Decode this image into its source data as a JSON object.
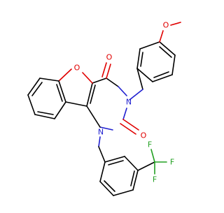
{
  "molecule": {
    "atom_labels": {
      "o_methoxy": "O",
      "o_furan": "O",
      "o_carbonyl_top": "O",
      "o_carbonyl_bottom": "O",
      "n3": "N",
      "n1": "N",
      "f_top": "F",
      "f_right": "F",
      "f_bottom": "F"
    },
    "colors": {
      "carbon_bond": "#000000",
      "oxygen": "#e00000",
      "nitrogen": "#1f1fd0",
      "fluorine": "#22a022"
    }
  }
}
